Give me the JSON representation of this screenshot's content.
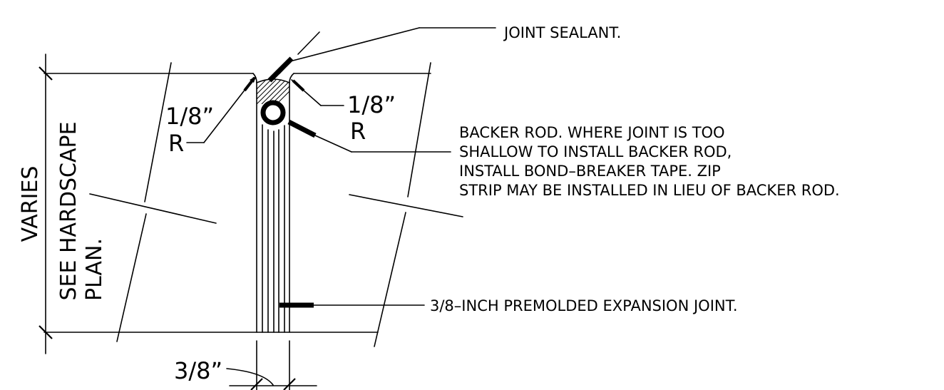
{
  "labels": {
    "joint_sealant": "JOINT SEALANT.",
    "backer_rod": [
      "BACKER ROD. WHERE JOINT IS TOO",
      "SHALLOW TO INSTALL BACKER ROD,",
      "INSTALL BOND–BREAKER TAPE.  ZIP",
      "STRIP MAY BE INSTALLED IN LIEU OF BACKER ROD."
    ],
    "expansion_joint": "3/8–INCH PREMOLDED EXPANSION JOINT.",
    "radius_left_value": "1/8”",
    "radius_left_unit": "R",
    "radius_right_value": "1/8”",
    "radius_right_unit": "R",
    "varies": "VARIES",
    "see_plan_line1": "SEE HARDSCAPE",
    "see_plan_line2": "PLAN.",
    "joint_width": "3/8”"
  }
}
